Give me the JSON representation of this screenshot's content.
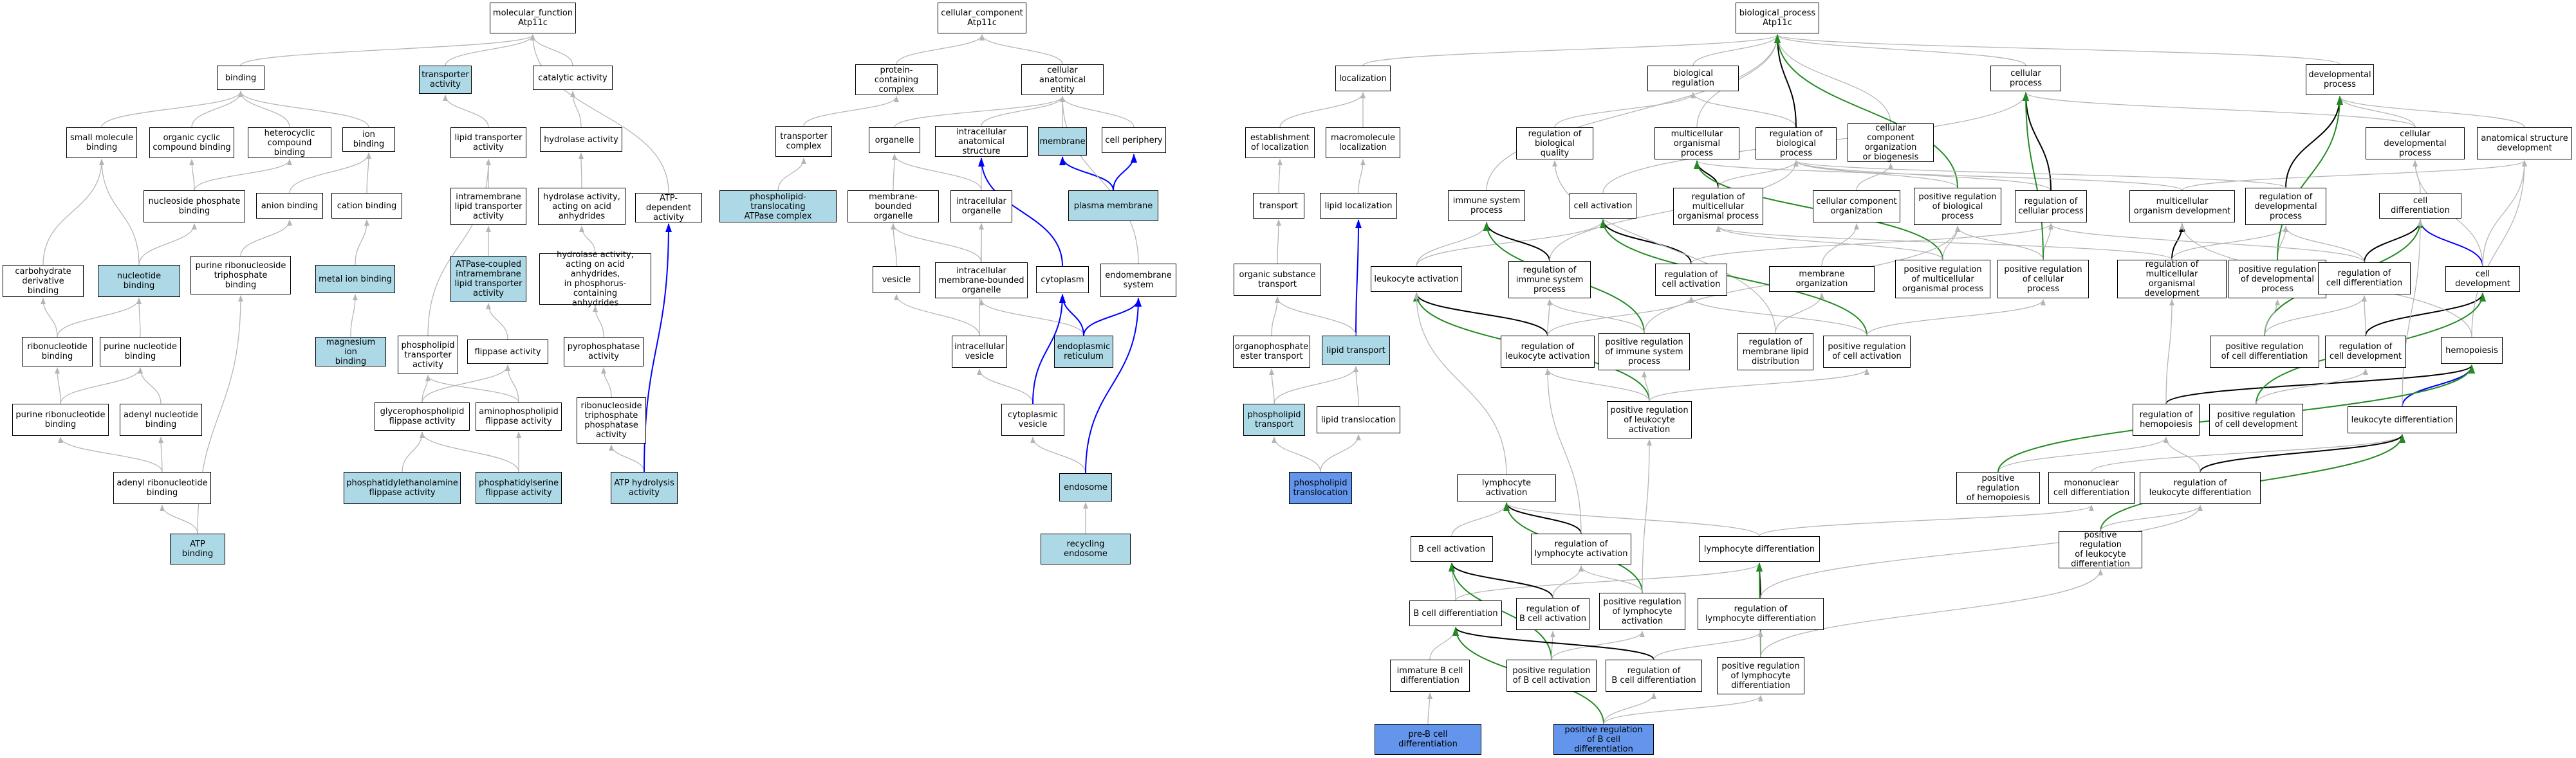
{
  "colors": {
    "light": "#add8e6",
    "dark": "#6495ed",
    "gray_edge": "#b5b5b5",
    "black_edge": "#000000",
    "green_edge": "#228b22",
    "blue_edge": "#0000ff"
  },
  "nodes": {
    "mf_root": "molecular_function\nAtp11c",
    "binding": "binding",
    "transporter_activity": "transporter\nactivity",
    "catalytic_activity": "catalytic activity",
    "small_molecule_binding": "small molecule\nbinding",
    "organic_cyclic_binding": "organic cyclic\ncompound binding",
    "heterocyclic_binding": "heterocyclic\ncompound binding",
    "ion_binding": "ion binding",
    "lipid_transporter_activity": "lipid transporter\nactivity",
    "hydrolase_activity": "hydrolase activity",
    "nucleoside_phosphate_binding": "nucleoside phosphate\nbinding",
    "anion_binding": "anion binding",
    "cation_binding": "cation binding",
    "intramembrane_lipid_transporter": "intramembrane\nlipid transporter\nactivity",
    "hydrolase_acid_anhydrides": "hydrolase activity,\nacting on acid\nanhydrides",
    "atp_dependent_activity": "ATP-dependent\nactivity",
    "carbohydrate_derivative_binding": "carbohydrate\nderivative binding",
    "nucleotide_binding": "nucleotide binding",
    "purine_ribonucleoside_tp_binding": "purine ribonucleoside\ntriphosphate\nbinding",
    "metal_ion_binding": "metal ion binding",
    "atpase_coupled_transporter": "ATPase-coupled\nintramembrane\nlipid transporter\nactivity",
    "hydrolase_phosphorus_anhydrides": "hydrolase activity,\nacting on acid\nanhydrides,\nin phosphorus-containing\nanhydrides",
    "ribonucleotide_binding": "ribonucleotide\nbinding",
    "purine_nucleotide_binding": "purine nucleotide\nbinding",
    "magnesium_ion_binding": "magnesium ion\nbinding",
    "phospholipid_transporter_activity": "phospholipid\ntransporter\nactivity",
    "flippase_activity": "flippase activity",
    "pyrophosphatase_activity": "pyrophosphatase\nactivity",
    "purine_ribonucleotide_binding": "purine ribonucleotide\nbinding",
    "adenyl_nucleotide_binding": "adenyl nucleotide\nbinding",
    "glycerophospholipid_flippase": "glycerophospholipid\nflippase activity",
    "aminophospholipid_flippase": "aminophospholipid\nflippase activity",
    "ribonucleoside_tp_phosphatase": "ribonucleoside\ntriphosphate\nphosphatase\nactivity",
    "adenyl_ribonucleotide_binding": "adenyl ribonucleotide\nbinding",
    "pe_flippase_activity": "phosphatidylethanolamine\nflippase activity",
    "ps_flippase_activity": "phosphatidylserine\nflippase activity",
    "atp_hydrolysis_activity": "ATP hydrolysis\nactivity",
    "atp_binding": "ATP binding",
    "cc_root": "cellular_component\nAtp11c",
    "protein_containing_complex": "protein-containing\ncomplex",
    "cellular_anatomical_entity": "cellular anatomical\nentity",
    "transporter_complex": "transporter\ncomplex",
    "organelle": "organelle",
    "intracellular_anatomical_structure": "intracellular\nanatomical structure",
    "membrane": "membrane",
    "cell_periphery": "cell periphery",
    "phospholipid_translocating_complex": "phospholipid-translocating\nATPase complex",
    "membrane_bounded_organelle": "membrane-bounded\norganelle",
    "intracellular_organelle": "intracellular\norganelle",
    "plasma_membrane": "plasma membrane",
    "vesicle": "vesicle",
    "intracellular_membrane_bounded_organelle": "intracellular\nmembrane-bounded\norganelle",
    "cytoplasm": "cytoplasm",
    "endomembrane_system": "endomembrane\nsystem",
    "intracellular_vesicle": "intracellular\nvesicle",
    "endoplasmic_reticulum": "endoplasmic\nreticulum",
    "cytoplasmic_vesicle": "cytoplasmic\nvesicle",
    "endosome": "endosome",
    "recycling_endosome": "recycling endosome",
    "bp_root": "biological_process\nAtp11c",
    "localization": "localization",
    "biological_regulation": "biological regulation",
    "cellular_process": "cellular process",
    "developmental_process": "developmental\nprocess",
    "establishment_of_localization": "establishment\nof localization",
    "macromolecule_localization": "macromolecule\nlocalization",
    "regulation_of_biological_quality": "regulation of\nbiological quality",
    "multicellular_organismal_process": "multicellular\norganismal process",
    "regulation_of_biological_process": "regulation of\nbiological process",
    "cellular_component_organization_or_biogenesis": "cellular component\norganization\nor biogenesis",
    "cellular_developmental_process": "cellular developmental\nprocess",
    "anatomical_structure_development": "anatomical structure\ndevelopment",
    "transport": "transport",
    "lipid_localization": "lipid localization",
    "immune_system_process": "immune system\nprocess",
    "cell_activation": "cell activation",
    "regulation_of_multicellular_organismal_process": "regulation of\nmulticellular\norganismal process",
    "cellular_component_organization": "cellular component\norganization",
    "positive_regulation_of_biological_process": "positive regulation\nof biological\nprocess",
    "regulation_of_cellular_process": "regulation of\ncellular process",
    "multicellular_organism_development": "multicellular\norganism development",
    "regulation_of_developmental_process": "regulation of\ndevelopmental\nprocess",
    "cell_differentiation": "cell differentiation",
    "organic_substance_transport": "organic substance\ntransport",
    "leukocyte_activation": "leukocyte activation",
    "regulation_of_immune_system_process": "regulation of\nimmune system\nprocess",
    "regulation_of_cell_activation": "regulation of\ncell activation",
    "membrane_organization": "membrane organization",
    "positive_regulation_of_multicellular_organismal_process": "positive regulation\nof multicellular\norganismal process",
    "positive_regulation_of_cellular_process": "positive regulation\nof cellular\nprocess",
    "regulation_of_multicellular_organismal_development": "regulation of\nmulticellular\norganismal development",
    "positive_regulation_of_developmental_process": "positive regulation\nof developmental\nprocess",
    "regulation_of_cell_differentiation": "regulation of\ncell differentiation",
    "cell_development": "cell development",
    "organophosphate_ester_transport": "organophosphate\nester transport",
    "lipid_transport": "lipid transport",
    "regulation_of_leukocyte_activation": "regulation of\nleukocyte activation",
    "positive_regulation_of_immune_system_process": "positive regulation\nof immune system\nprocess",
    "regulation_of_membrane_lipid_distribution": "regulation of\nmembrane lipid\ndistribution",
    "positive_regulation_of_cell_activation": "positive regulation\nof cell activation",
    "positive_regulation_of_cell_differentiation": "positive regulation\nof cell differentiation",
    "regulation_of_cell_development": "regulation of\ncell development",
    "hemopoiesis": "hemopoiesis",
    "phospholipid_transport": "phospholipid\ntransport",
    "lipid_translocation": "lipid translocation",
    "positive_regulation_of_leukocyte_activation": "positive regulation\nof leukocyte\nactivation",
    "regulation_of_hemopoiesis": "regulation of\nhemopoiesis",
    "positive_regulation_of_cell_development": "positive regulation\nof cell development",
    "leukocyte_differentiation": "leukocyte differentiation",
    "phospholipid_translocation": "phospholipid\ntranslocation",
    "lymphocyte_activation": "lymphocyte activation",
    "positive_regulation_of_hemopoiesis": "positive regulation\nof hemopoiesis",
    "mononuclear_cell_differentiation": "mononuclear\ncell differentiation",
    "regulation_of_leukocyte_differentiation": "regulation of\nleukocyte differentiation",
    "b_cell_activation": "B cell activation",
    "regulation_of_lymphocyte_activation": "regulation of\nlymphocyte activation",
    "lymphocyte_differentiation": "lymphocyte differentiation",
    "positive_regulation_of_leukocyte_differentiation": "positive regulation\nof leukocyte\ndifferentiation",
    "b_cell_differentiation": "B cell differentiation",
    "regulation_of_b_cell_activation": "regulation of\nB cell activation",
    "positive_regulation_of_lymphocyte_activation": "positive regulation\nof lymphocyte\nactivation",
    "regulation_of_lymphocyte_differentiation": "regulation of\nlymphocyte differentiation",
    "immature_b_cell_differentiation": "immature B cell\ndifferentiation",
    "positive_regulation_of_b_cell_activation": "positive regulation\nof B cell activation",
    "regulation_of_b_cell_differentiation": "regulation of\nB cell differentiation",
    "positive_regulation_of_lymphocyte_differentiation": "positive regulation\nof lymphocyte\ndifferentiation",
    "pre_b_cell_differentiation": "pre-B cell differentiation",
    "positive_regulation_of_b_cell_differentiation": "positive regulation\nof B cell differentiation"
  }
}
